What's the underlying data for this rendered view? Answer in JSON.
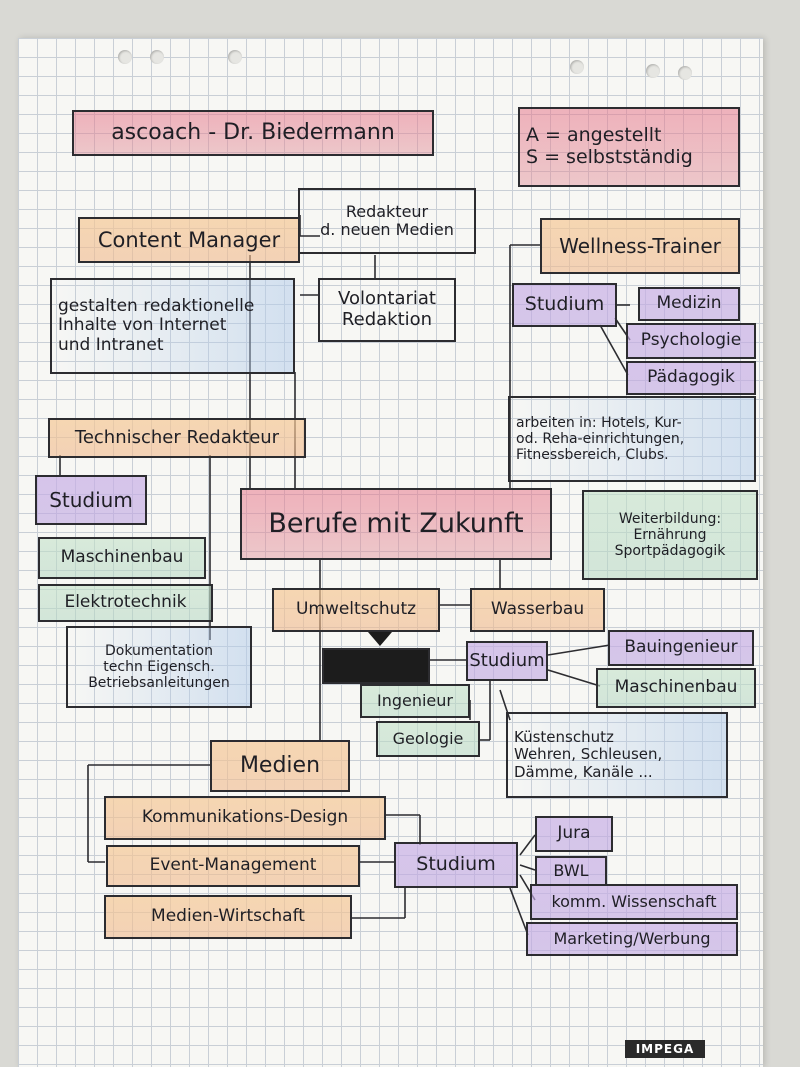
{
  "header": {
    "author": "ascoach - Dr. Biedermann"
  },
  "legend": {
    "line1": "A   = angestellt",
    "line2": "S   = selbstständig"
  },
  "center": {
    "title": "Berufe mit Zukunft"
  },
  "content_manager": {
    "title": "Content Manager",
    "redakteur": "Redakteur\nd. neuen Medien",
    "volontariat": "Volontariat\nRedaktion",
    "description": "gestalten redaktionelle\nInhalte von Internet\nund Intranet"
  },
  "technischer_redakteur": {
    "title": "Technischer Redakteur",
    "studium": "Studium",
    "maschinenbau": "Maschinenbau",
    "elektrotechnik": "Elektrotechnik",
    "tasks": "Dokumentation\ntechn Eigensch.\nBetriebsanleitungen"
  },
  "wellness": {
    "title": "Wellness-Trainer",
    "studium": "Studium",
    "medizin": "Medizin",
    "psychologie": "Psychologie",
    "paedagogik": "Pädagogik",
    "arbeiten": "arbeiten in: Hotels, Kur-\nod. Reha-einrichtungen,\nFitnessbereich, Clubs.",
    "weiterbildung": "Weiterbildung:\nErnährung\nSportpädagogik"
  },
  "umwelt": {
    "umweltschutz": "Umweltschutz",
    "wasserbau": "Wasserbau",
    "studium": "Studium",
    "ingenieur": "Ingenieur",
    "geologie": "Geologie",
    "bauingenieur": "Bauingenieur",
    "maschinenbau": "Maschinenbau",
    "kuestenschutz": "Küstenschutz\nWehren, Schleusen,\nDämme, Kanäle ..."
  },
  "medien": {
    "title": "Medien",
    "kommunikation": "Kommunikations-Design",
    "event": "Event-Management",
    "wirtschaft": "Medien-Wirtschaft",
    "studium": "Studium",
    "jura": "Jura",
    "bwl": "BWL",
    "komm": "komm. Wissenschaft",
    "marketing": "Marketing/Werbung"
  },
  "brand": "IMPEGA",
  "colors": {
    "red": "#e68294",
    "orange": "#f2c49a",
    "green": "#c3e0c8",
    "violet": "#c8b0e6",
    "blue": "#b4cdeb",
    "ink": "#2c2c30"
  }
}
